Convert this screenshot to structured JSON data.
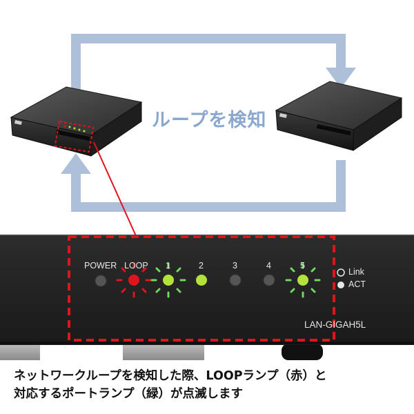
{
  "loop_label": "ループを検知",
  "panel": {
    "power_label": "POWER",
    "loop_label": "LOOP",
    "ports": [
      "1",
      "2",
      "3",
      "4",
      "5"
    ],
    "legend_link": "Link",
    "legend_act": "ACT",
    "model": "LAN-GIGAH5L"
  },
  "caption": {
    "line1": "ネットワークループを検知した際、LOOPランプ（赤）と",
    "line2": "対応するポートランプ（緑）が点滅します"
  },
  "colors": {
    "arrow": "#aebfd9",
    "loop_text": "#8aa7cf",
    "highlight": "#e0141c",
    "led_green": "#b4e23c",
    "led_red": "#e0141c"
  }
}
